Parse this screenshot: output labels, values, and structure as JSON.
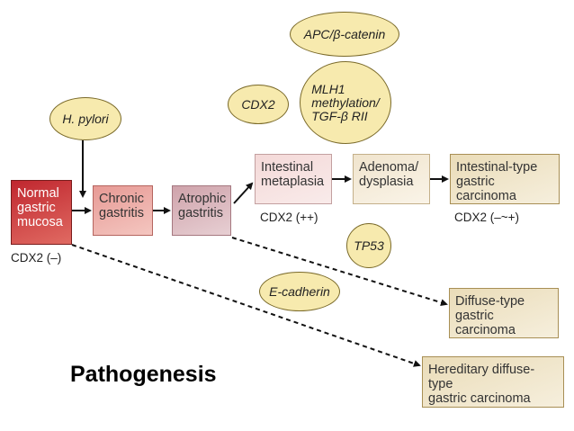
{
  "boxes": {
    "normal": [
      "Normal",
      "gastric",
      "mucosa"
    ],
    "chronic": [
      "Chronic",
      "gastritis"
    ],
    "atrophic": [
      "Atrophic",
      "gastritis"
    ],
    "intestinal_metaplasia": [
      "Intestinal",
      "metaplasia"
    ],
    "adenoma": [
      "Adenoma/",
      "dysplasia"
    ],
    "intestinal_carcinoma": [
      "Intestinal-type",
      "gastric carcinoma"
    ],
    "diffuse_carcinoma": [
      "Diffuse-type",
      "gastric carcinoma"
    ],
    "hereditary_carcinoma": [
      "Hereditary diffuse-type",
      "gastric carcinoma"
    ]
  },
  "factors": {
    "h_pylori": [
      "H. pylori"
    ],
    "apc": [
      "APC/β-catenin"
    ],
    "cdx2": [
      "CDX2"
    ],
    "mlh1": [
      "MLH1",
      "methylation/",
      "TGF-β RII"
    ],
    "tp53": [
      "TP53"
    ],
    "e_cadherin": [
      "E-cadherin"
    ]
  },
  "labels": {
    "cdx2_normal": "CDX2 (–)",
    "cdx2_metaplasia": "CDX2 (++)",
    "cdx2_carcinoma": "CDX2 (–~+)"
  },
  "title": "Pathogenesis",
  "colors": {
    "normal": "#c8343a",
    "chronic": "#e9a8a4",
    "atrophic": "#d7b1b8",
    "metaplasia": "#f2d7d6",
    "adenoma": "#f4ead8",
    "carcinoma": "#efe3c4",
    "factor_fill": "#f7eaae"
  }
}
